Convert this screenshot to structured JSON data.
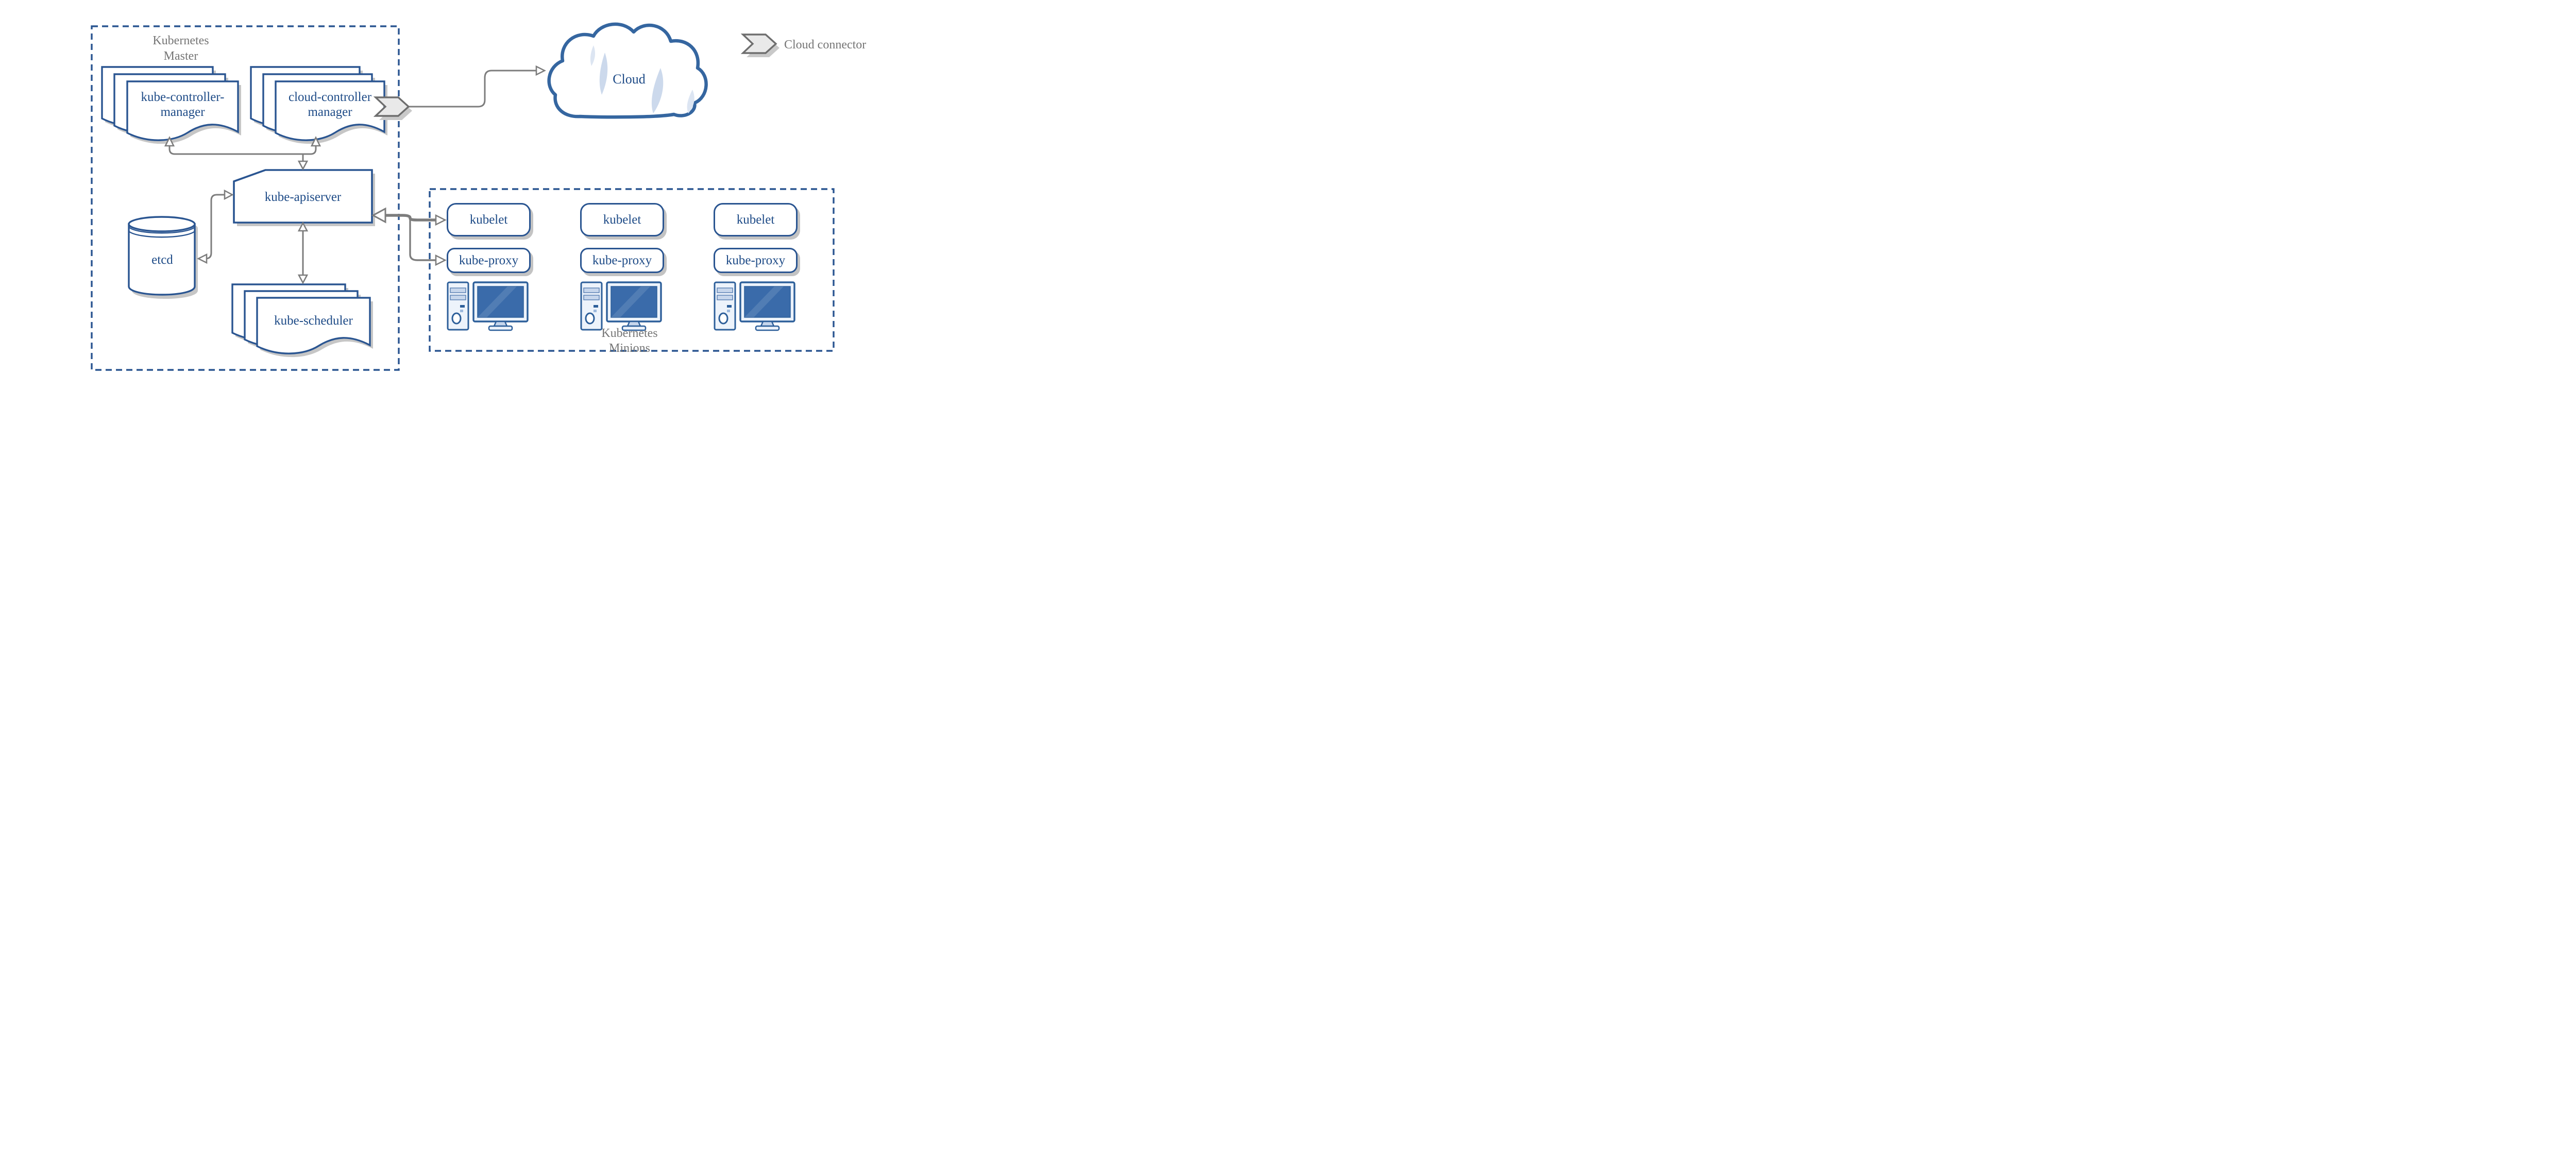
{
  "diagram": {
    "master": {
      "label": [
        "Kubernetes",
        "Master"
      ],
      "kube_controller_manager": [
        "kube-controller-",
        "manager"
      ],
      "cloud_controller_manager": [
        "cloud-controller",
        "manager"
      ],
      "kube_apiserver": "kube-apiserver",
      "etcd": "etcd",
      "kube_scheduler": "kube-scheduler"
    },
    "cloud": {
      "label": "Cloud"
    },
    "legend": {
      "label": "Cloud connector"
    },
    "minions": {
      "label": [
        "Kubernetes",
        "Minions"
      ],
      "nodes": [
        {
          "kubelet": "kubelet",
          "kube_proxy": "kube-proxy"
        },
        {
          "kubelet": "kubelet",
          "kube_proxy": "kube-proxy"
        },
        {
          "kubelet": "kubelet",
          "kube_proxy": "kube-proxy"
        }
      ]
    },
    "colors": {
      "shape_blue": "#2a5591",
      "text_blue": "#1e4b87",
      "cloud_blue": "#3566a0",
      "label_gray": "#757575",
      "arrow_gray": "#7d7d7d",
      "connector_fill": "#e9e9e9",
      "connector_stroke": "#6e6e6e",
      "screen_blue": "#3a6baa",
      "shadow_gray": "#c6c6c6",
      "highlight_blue": "#ccd9ec"
    }
  }
}
